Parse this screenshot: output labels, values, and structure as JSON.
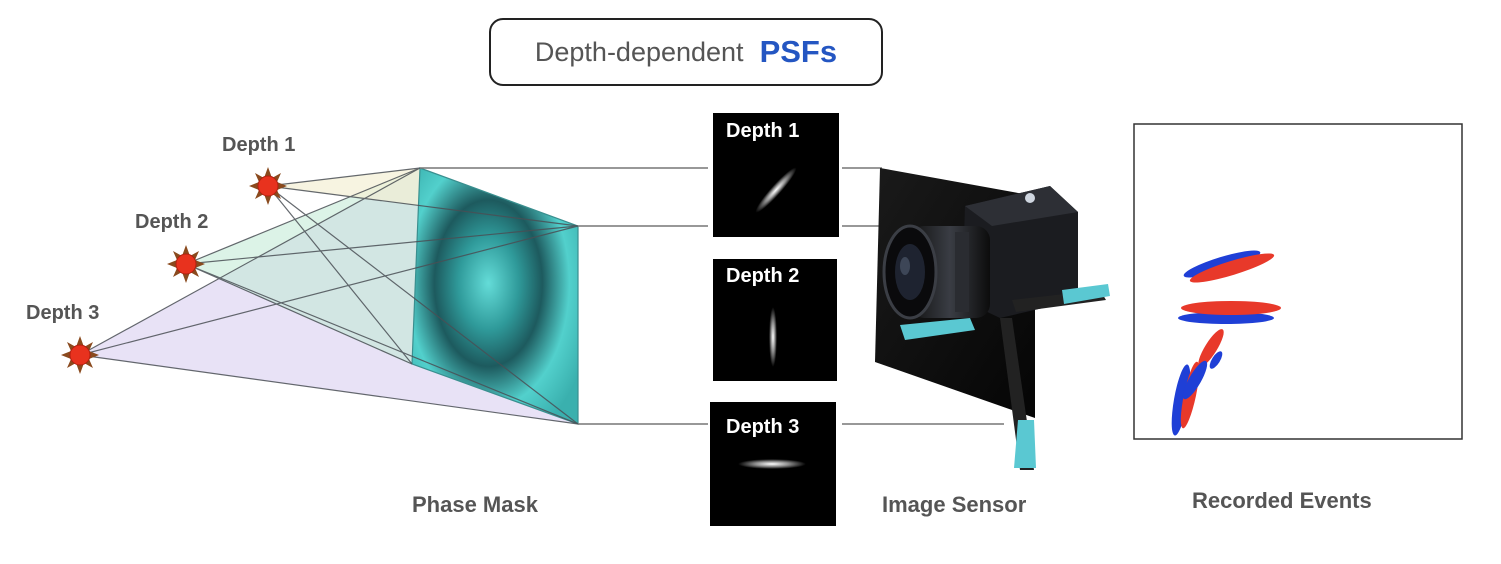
{
  "title": {
    "text": "Depth-dependent",
    "accent": "PSFs"
  },
  "source_labels": [
    "Depth 1",
    "Depth 2",
    "Depth 3"
  ],
  "psf_labels": [
    "Depth 1",
    "Depth 2",
    "Depth 3"
  ],
  "captions": {
    "phase_mask": "Phase Mask",
    "image_sensor": "Image Sensor",
    "recorded_events": "Recorded Events"
  },
  "colors": {
    "accent": "#2456c2",
    "source_fill": "#e8321e",
    "mask": "#56d6d2",
    "event_red": "#e8392a",
    "event_blue": "#1f3fd6",
    "label_gray": "#555555"
  }
}
